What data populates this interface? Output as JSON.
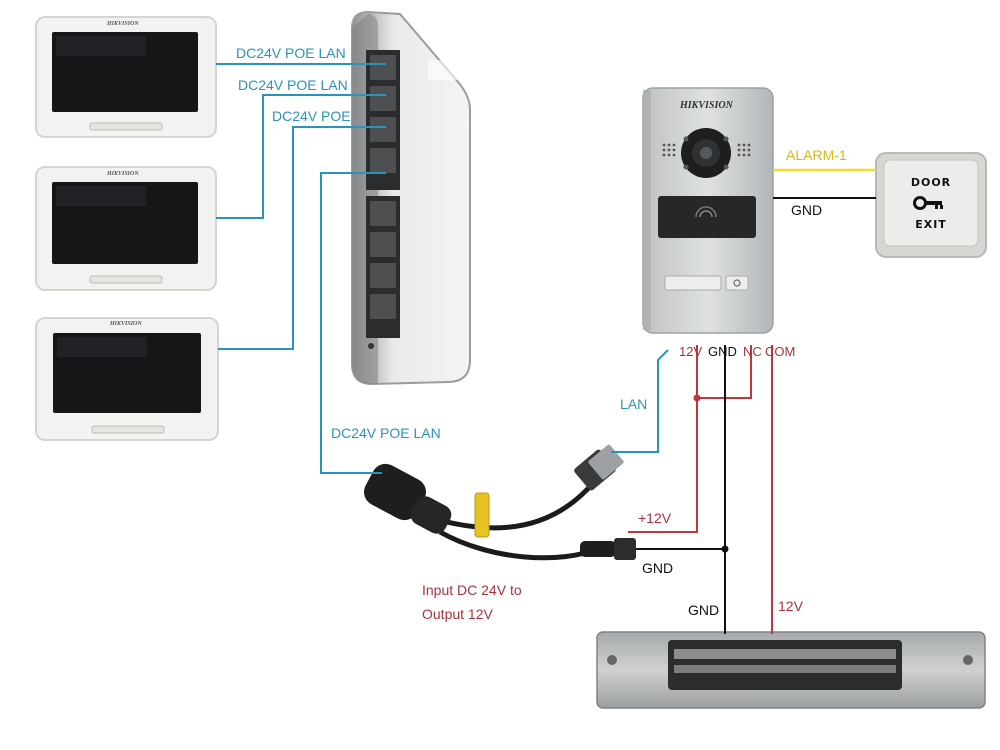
{
  "monitors": [
    {
      "brand": "HIKVISION",
      "buttons": [
        "",
        "",
        "",
        ""
      ]
    },
    {
      "brand": "HIKVISION",
      "buttons": [
        "",
        "",
        "",
        ""
      ]
    },
    {
      "brand": "HIKVISION",
      "buttons": [
        "",
        "",
        "",
        ""
      ]
    }
  ],
  "door_station": {
    "brand": "HIKVISION"
  },
  "exit_button": {
    "line1": "DOOR",
    "line2": "EXIT"
  },
  "labels": {
    "poe_lan_1": "DC24V POE LAN",
    "poe_lan_2": "DC24V POE LAN",
    "poe_3": "DC24V POE",
    "poe_lan_4": "DC24V POE LAN",
    "lan": "LAN",
    "alarm": "ALARM-1",
    "gnd_exit": "GND",
    "term_12v": "12V",
    "term_gnd": "GND",
    "term_nc": "NC",
    "term_com": "COM",
    "plus12v": "+12V",
    "gnd_adapter": "GND",
    "input_line1": "Input DC 24V to",
    "input_line2": "Output 12V",
    "gnd_lock": "GND",
    "v12_lock": "12V"
  },
  "colors": {
    "lan_wire": "#2a93b9",
    "power_wire": "#c0363d",
    "ground_wire": "#111111",
    "alarm_wire": "#f2dc2a"
  }
}
